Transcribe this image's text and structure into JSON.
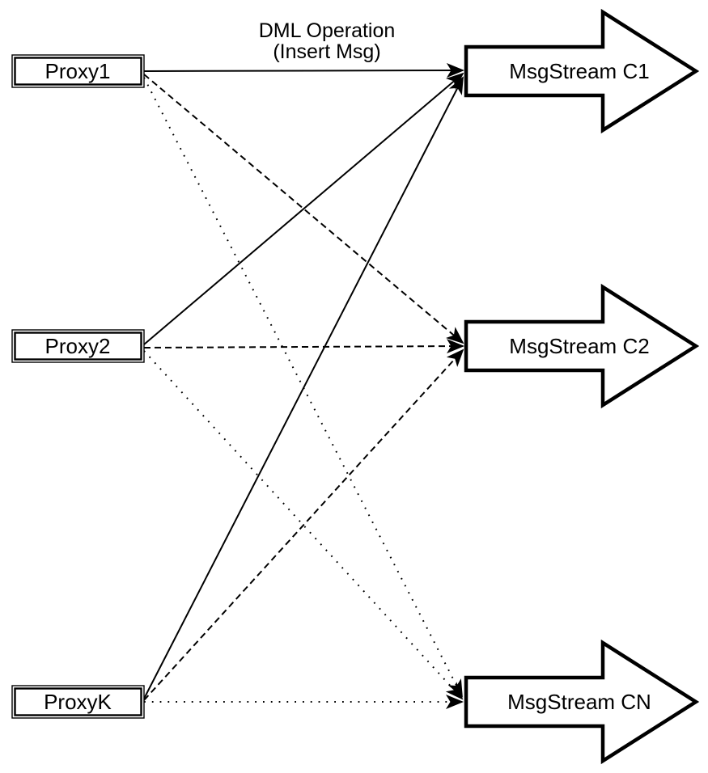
{
  "title": {
    "line1": "DML Operation",
    "line2": "(Insert Msg)"
  },
  "colors": {
    "stroke": "#000000",
    "fill": "#ffffff",
    "background": "#ffffff"
  },
  "proxies": [
    {
      "label": "Proxy1"
    },
    {
      "label": "Proxy2"
    },
    {
      "label": "ProxyK"
    }
  ],
  "streams": [
    {
      "label": "MsgStream C1"
    },
    {
      "label": "MsgStream C2"
    },
    {
      "label": "MsgStream CN"
    }
  ],
  "edges": [
    {
      "from": "Proxy1",
      "to": "MsgStream C1",
      "style": "solid"
    },
    {
      "from": "Proxy1",
      "to": "MsgStream C2",
      "style": "dashed"
    },
    {
      "from": "Proxy1",
      "to": "MsgStream CN",
      "style": "dotted"
    },
    {
      "from": "Proxy2",
      "to": "MsgStream C1",
      "style": "solid"
    },
    {
      "from": "Proxy2",
      "to": "MsgStream C2",
      "style": "dashed"
    },
    {
      "from": "Proxy2",
      "to": "MsgStream CN",
      "style": "dotted"
    },
    {
      "from": "ProxyK",
      "to": "MsgStream C1",
      "style": "solid"
    },
    {
      "from": "ProxyK",
      "to": "MsgStream C2",
      "style": "dashed"
    },
    {
      "from": "ProxyK",
      "to": "MsgStream CN",
      "style": "dotted"
    }
  ]
}
